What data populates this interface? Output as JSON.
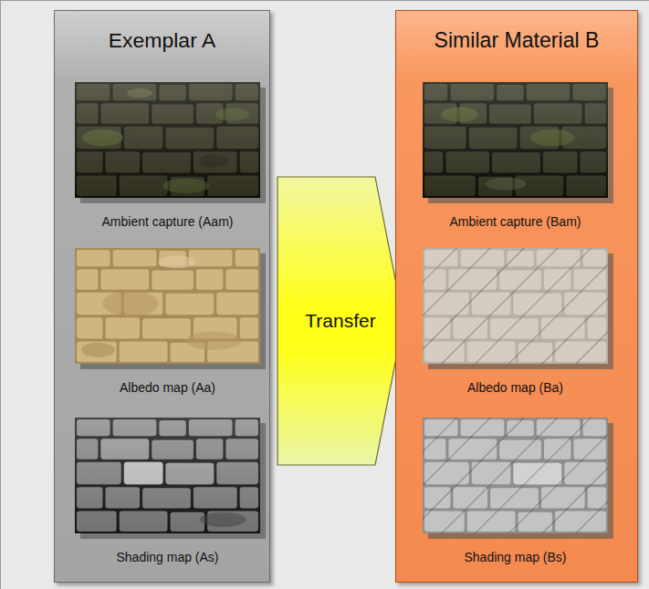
{
  "diagram": {
    "nodes": [
      {
        "text": [
          "Exemplar A"
        ]
      },
      {
        "text": [
          "Ambient capture (Aam)"
        ],
        "in": 0
      },
      {
        "text": [
          "Albedo map (Aa)"
        ],
        "in": 0
      },
      {
        "text": [
          "Shading map (As)"
        ],
        "in": 0
      },
      {
        "text": [
          "Transfer"
        ]
      },
      {
        "text": [
          "Similar Material B"
        ]
      },
      {
        "text": [
          "Ambient capture (Bam)"
        ],
        "in": 5
      },
      {
        "text": [
          "Albedo map (Ba)"
        ],
        "in": 5
      },
      {
        "text": [
          "Shading map (Bs)"
        ],
        "in": 5
      }
    ]
  }
}
